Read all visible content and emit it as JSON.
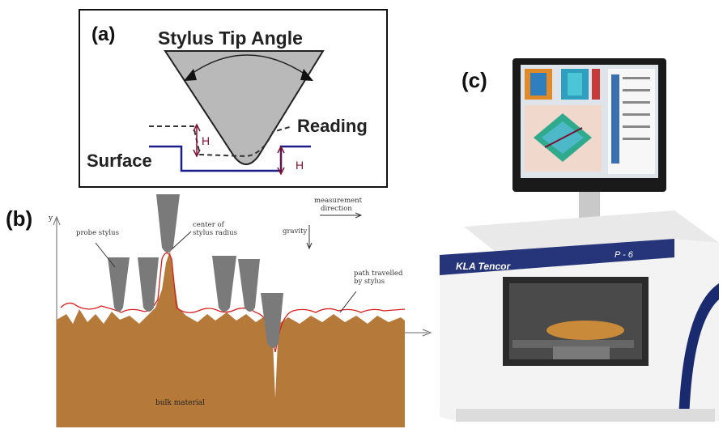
{
  "panel_a": {
    "label": "(a)",
    "title": "Stylus Tip Angle",
    "reading": "Reading",
    "surface": "Surface",
    "h_left": "H",
    "h_right": "H"
  },
  "panel_b": {
    "label": "(b)",
    "y_axis": "y",
    "probe_stylus": "probe stylus",
    "center_line1": "center of",
    "center_line2": "stylus radius",
    "measurement_line1": "measurement",
    "measurement_line2": "direction",
    "gravity": "gravity",
    "path_line1": "path travelled",
    "path_line2": "by stylus",
    "bulk_material": "bulk material"
  },
  "panel_c": {
    "label": "(c)",
    "brand": "KLA Tencor",
    "model": "P - 6"
  },
  "colors": {
    "stylus_gray": "#7a7a7a",
    "bulk_brown": "#b5793a",
    "path_red": "#d42020",
    "surface_blue": "#1b1f8a",
    "arrow_maroon": "#7a1030",
    "machine_blue": "#1a2a6e"
  }
}
